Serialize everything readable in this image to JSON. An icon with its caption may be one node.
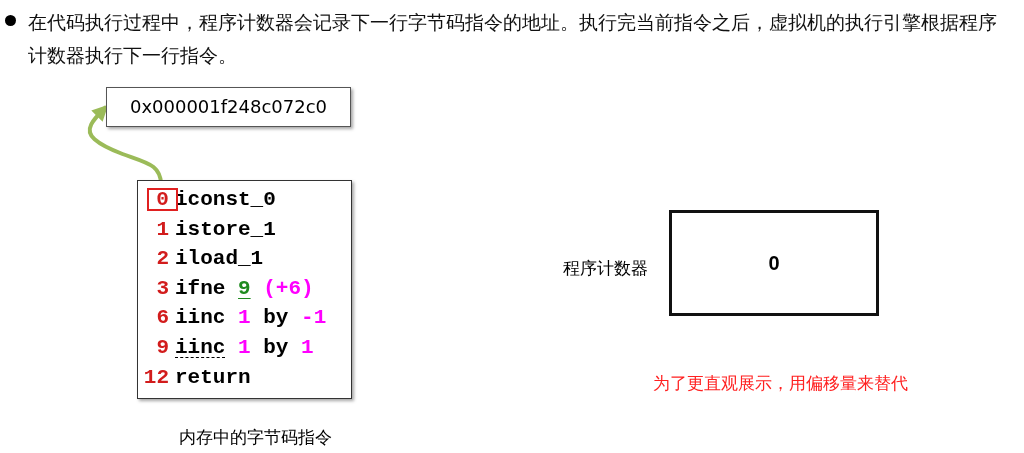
{
  "diagram": {
    "nodes": [
      {
        "text": [
          "0x000001f248c072c0"
        ]
      },
      {
        "text": [
          "iconst_0",
          "1 istore_1",
          "2 iload_1",
          "3 ifne 9 (+6)",
          "6 iinc 1 by -1",
          "9 iinc 1 by 1",
          "12 return"
        ],
        "beside": [
          "内存中的字节码指令"
        ]
      },
      {
        "text": [
          "0"
        ],
        "in": 1
      },
      {
        "text": [
          "0"
        ],
        "beside": [
          "程序计数器"
        ]
      }
    ],
    "edges": [
      {
        "from": 2,
        "to": 0,
        "arrow": "to",
        "color": "#9bbb59"
      }
    ],
    "labels": [
      "在代码执行过程中，程序计数器会记录下一行字节码指令的地址。执行完当前指令之后，虚拟机的执行引擎根据程序计数器执行下一行指令。",
      "为了更直观展示，用偏移量来替代"
    ]
  }
}
